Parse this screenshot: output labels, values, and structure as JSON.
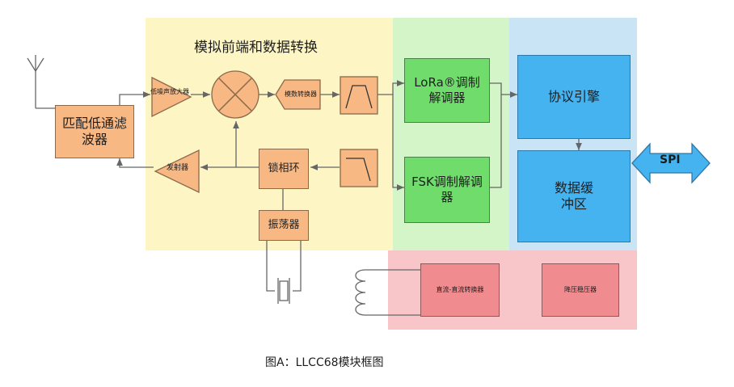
{
  "title_rf": "模拟前端和数据转换",
  "blocks": {
    "filter": "匹配低通滤波器",
    "lna": "低噪声放大器",
    "adc": "模数转换器",
    "pa": "发射器",
    "pll": "锁相环",
    "osc": "振荡器",
    "lora": "LoRa®调制解调器",
    "fsk": "FSK调制解调器",
    "engine": "协议引擎",
    "buffer": "数据缓冲区",
    "dcdc": "直流-直流转换器",
    "ldo": "降压稳压器",
    "spi": "SPI"
  },
  "caption": "图A：LLCC68模块框图",
  "colors": {
    "rf_zone": "#fdf6c4",
    "modem_zone": "#d3f5c8",
    "protocol_zone": "#c9e4f4",
    "power_zone": "#f8c6c8"
  }
}
